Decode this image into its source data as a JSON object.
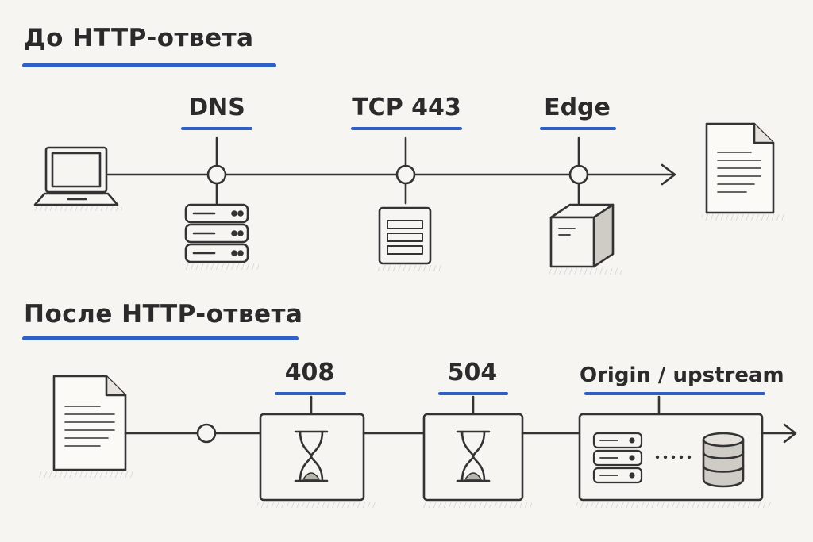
{
  "sections": {
    "before": {
      "title": "До HTTP-ответа",
      "nodes": [
        {
          "label": "DNS"
        },
        {
          "label": "TCP 443"
        },
        {
          "label": "Edge"
        }
      ]
    },
    "after": {
      "title": "После HTTP-ответа",
      "nodes": [
        {
          "label": "408"
        },
        {
          "label": "504"
        },
        {
          "label": "Origin / upstream"
        }
      ]
    }
  },
  "colors": {
    "accent_underline": "#2f5fc4",
    "ink": "#2b2b2b",
    "paper": "#f7f5f1"
  },
  "icons": [
    "laptop-icon",
    "dns-server-icon",
    "tcp-server-icon",
    "edge-cube-icon",
    "document-icon",
    "hourglass-icon",
    "server-stack-icon",
    "database-icon",
    "arrow-head-icon"
  ]
}
